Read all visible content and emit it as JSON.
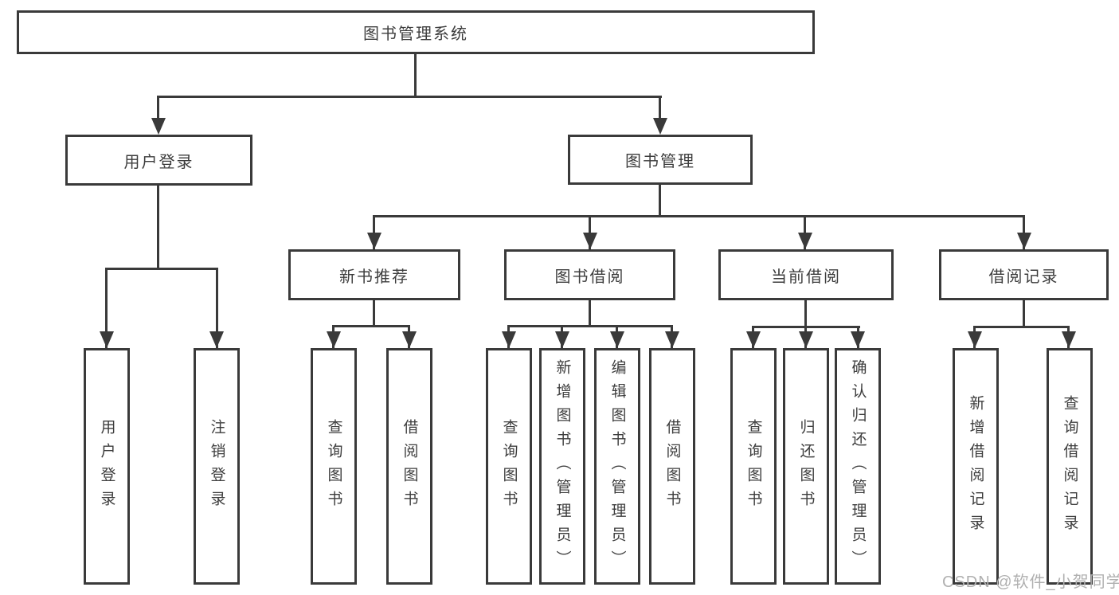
{
  "diagram": {
    "tree": {
      "root": {
        "label": "图书管理系统",
        "children": [
          {
            "label": "用户登录",
            "children": [
              {
                "label": "用户登录"
              },
              {
                "label": "注销登录"
              }
            ]
          },
          {
            "label": "图书管理",
            "children": [
              {
                "label": "新书推荐",
                "children": [
                  {
                    "label": "查询图书"
                  },
                  {
                    "label": "借阅图书"
                  }
                ]
              },
              {
                "label": "图书借阅",
                "children": [
                  {
                    "label": "查询图书"
                  },
                  {
                    "label": "新增图书（管理员）"
                  },
                  {
                    "label": "编辑图书（管理员）"
                  },
                  {
                    "label": "借阅图书"
                  }
                ]
              },
              {
                "label": "当前借阅",
                "children": [
                  {
                    "label": "查询图书"
                  },
                  {
                    "label": "归还图书"
                  },
                  {
                    "label": "确认归还（管理员）"
                  }
                ]
              },
              {
                "label": "借阅记录",
                "children": [
                  {
                    "label": "新增借阅记录"
                  },
                  {
                    "label": "查询借阅记录"
                  }
                ]
              }
            ]
          }
        ]
      }
    },
    "watermark": "CSDN @软件_小贺同学",
    "colors": {
      "line": "#3a3a3a",
      "text": "#3d3d3d",
      "watermark": "#b0b0b0",
      "background": "#ffffff"
    }
  }
}
